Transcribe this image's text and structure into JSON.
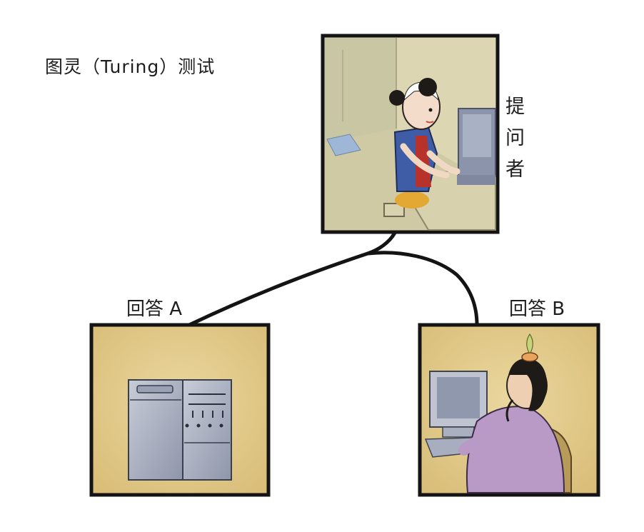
{
  "title": "图灵（Turing）测试",
  "questioner_label": [
    "提",
    "问",
    "者"
  ],
  "answer_a_label": "回答 A",
  "answer_b_label": "回答 B",
  "colors": {
    "frame": "#141414",
    "panel_bg": "#e2c98a",
    "room_wall": "#d6d2b2",
    "connector": "#141414"
  }
}
